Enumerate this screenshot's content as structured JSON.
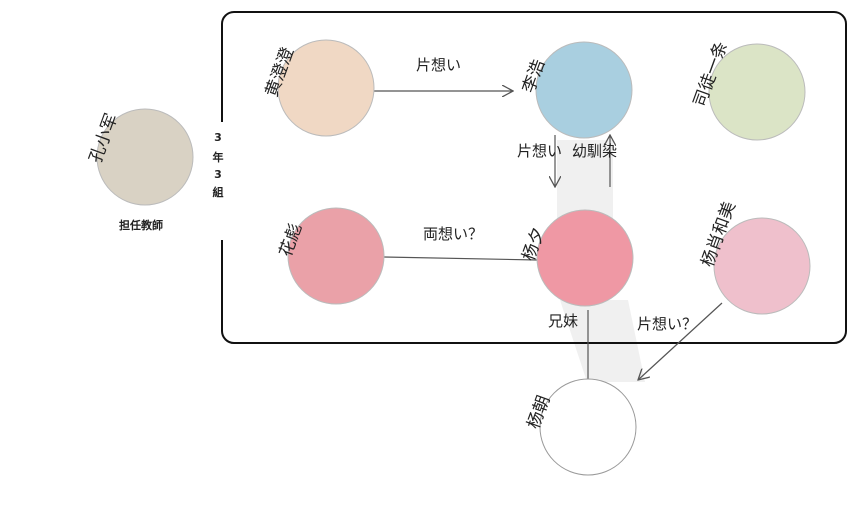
{
  "characters": {
    "kong": "孔小军",
    "huang": "黄澄澄",
    "li": "李浩",
    "situ": "司徒一条",
    "hua": "花彪",
    "yang_xi": "杨夕",
    "yang_xiao": "杨肖和美",
    "yang_chao": "杨朝"
  },
  "class_label": [
    "3",
    "年",
    "3",
    "組"
  ],
  "teacher_role": "担任教師",
  "relations": {
    "huang_to_li": "片想い",
    "yang_to_li": "片想い",
    "li_to_yang": "幼馴染",
    "hua_yang": "両想い？",
    "siblings": "兄妹",
    "yang_xiao_to_chao": "片想い？"
  },
  "colors": {
    "frame": "#111111",
    "edge": "#555555",
    "band": "#f0f0f0",
    "kong": "#d9d2c4",
    "huang": "#f0d8c4",
    "li": "#a9cfe0",
    "situ": "#dbe4c6",
    "hua": "#eaa1a8",
    "yang_xi": "#ef98a4",
    "yang_xiao": "#efc0cc",
    "yang_chao": "#ffffff"
  }
}
